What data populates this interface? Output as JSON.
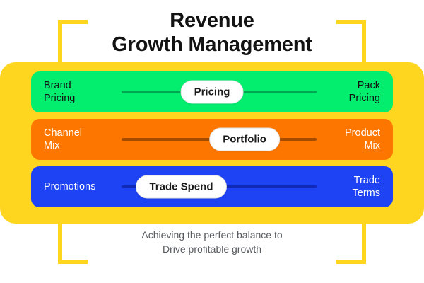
{
  "title": {
    "line1": "Revenue",
    "line2": "Growth Management"
  },
  "colors": {
    "panel_yellow": "#ffd61f",
    "bracket_yellow": "#ffd61f",
    "row_green": "#03ee6e",
    "row_orange": "#fc7600",
    "row_blue": "#1e43f5",
    "track_green": "#00a84f",
    "track_orange": "#a34c00",
    "track_blue": "#1129b4",
    "pill_background": "#ffffff",
    "caption_text": "#585b60",
    "title_text": "#131313"
  },
  "rows": [
    {
      "id": "pricing",
      "left_label": "Brand\nPricing",
      "right_label": "Pack\nPricing",
      "pill_label": "Pricing"
    },
    {
      "id": "portfolio",
      "left_label": "Channel\nMix",
      "right_label": "Product\nMix",
      "pill_label": "Portfolio"
    },
    {
      "id": "trade-spend",
      "left_label": "Promotions",
      "right_label": "Trade\nTerms",
      "pill_label": "Trade Spend"
    }
  ],
  "caption": {
    "line1": "Achieving the perfect balance to",
    "line2": "Drive profitable growth"
  }
}
